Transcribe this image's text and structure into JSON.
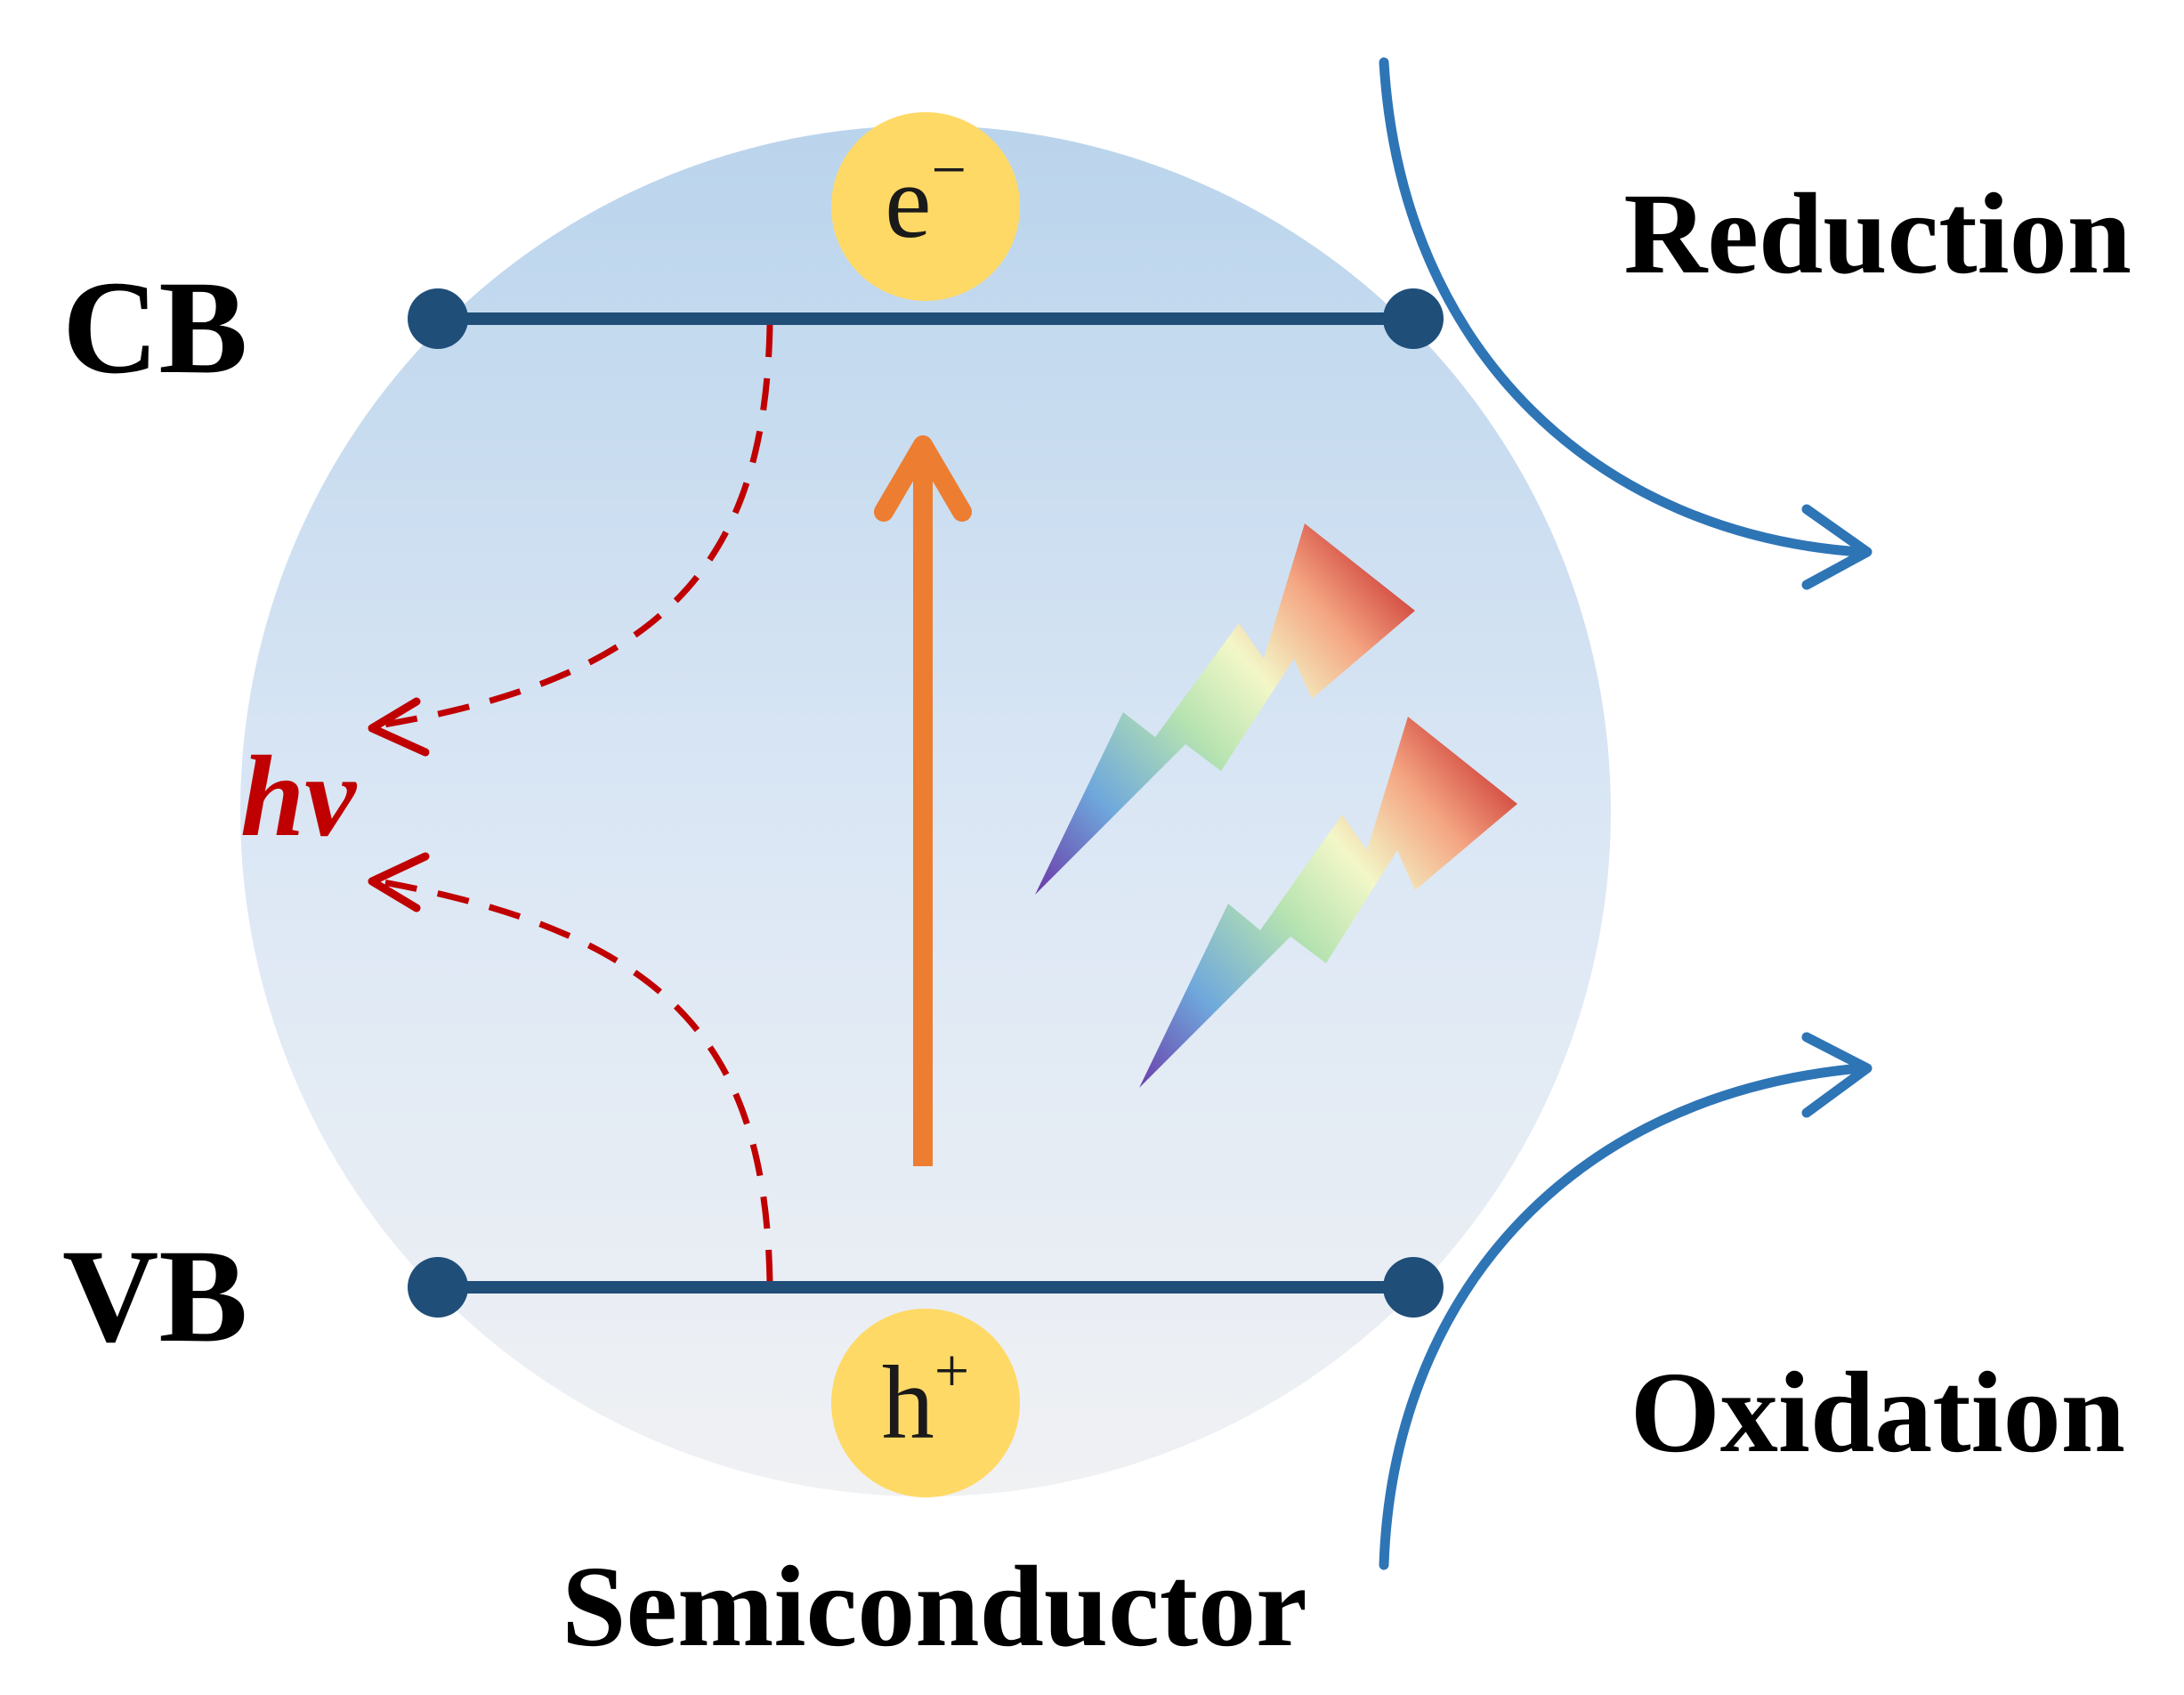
{
  "bands": {
    "conduction": "CB",
    "valence": "VB"
  },
  "carriers": {
    "electron": "e",
    "electron_sup": "−",
    "hole": "h",
    "hole_sup": "+"
  },
  "emission_label": "hv",
  "processes": {
    "reduction": "Reduction",
    "oxidation": "Oxidation"
  },
  "caption": "Semiconductor",
  "colors": {
    "band_line": "#1f4e79",
    "carrier_fill": "#ffd966",
    "excitation_arrow": "#ed7d31",
    "recombination": "#c00000",
    "process_arrow": "#2e75b6",
    "particle_top": "#bdd7ee",
    "particle_bottom": "#f2f2f2"
  },
  "icons": {
    "light": "lightning-bolt-icon"
  }
}
